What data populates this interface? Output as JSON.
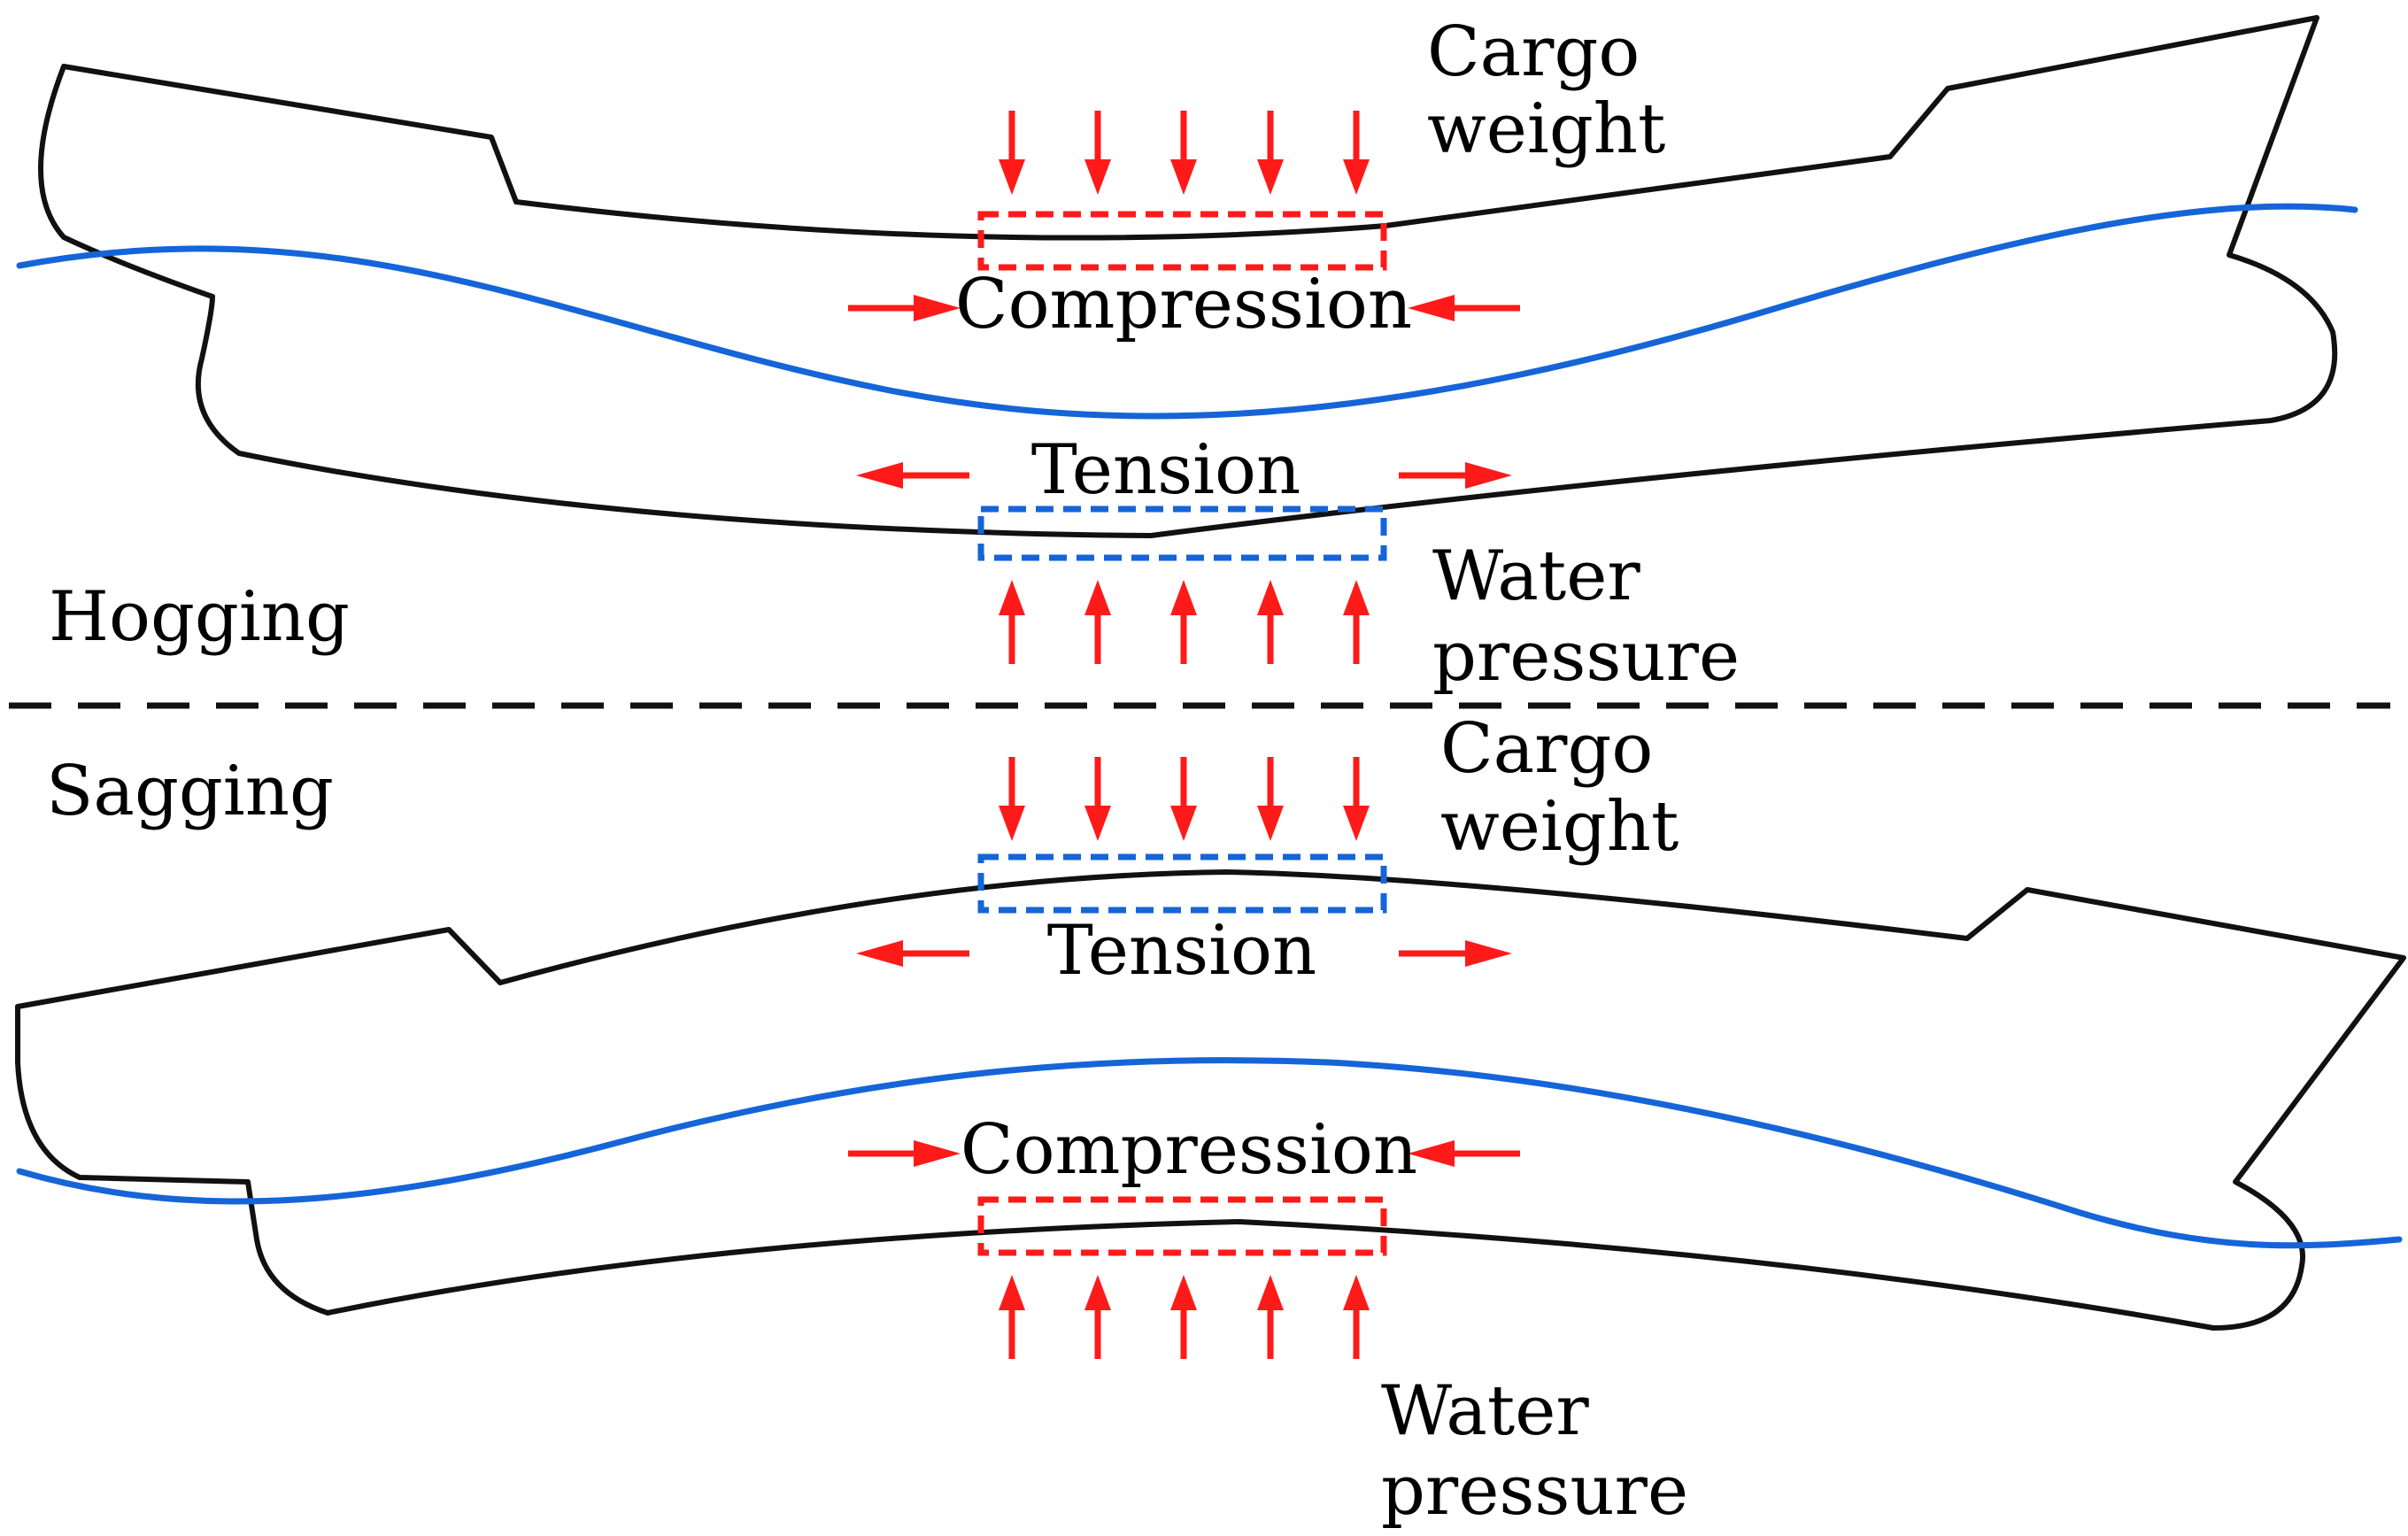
{
  "panels": {
    "hogging": {
      "label": "Hogging",
      "cargo_weight": [
        "Cargo",
        "weight"
      ],
      "compression": "Compression",
      "tension": "Tension",
      "water_pressure": [
        "Water",
        "pressure"
      ]
    },
    "sagging": {
      "label": "Sagging",
      "cargo_weight": [
        "Cargo",
        "weight"
      ],
      "tension": "Tension",
      "compression": "Compression",
      "water_pressure": [
        "Water",
        "pressure"
      ]
    }
  },
  "colors": {
    "hull": "#111111",
    "waterline": "#1565d8",
    "force_arrow": "#ff1a1a",
    "compression_zone": "#ff1a1a",
    "tension_zone": "#1565d8",
    "divider": "#111111"
  }
}
